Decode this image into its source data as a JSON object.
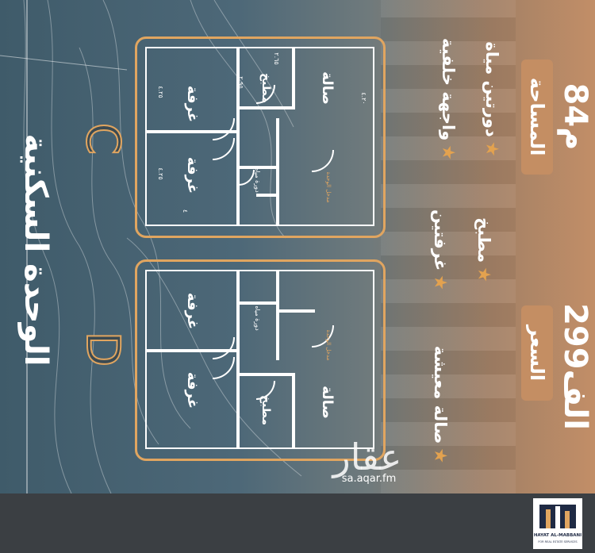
{
  "title": "الوحدة السكنية",
  "units": {
    "c": {
      "letter": "C",
      "rooms": {
        "room_a": "غرفة",
        "room_b": "غرفة",
        "kitchen": "مطبخ",
        "hall": "صالة",
        "bath": "دورة مياه",
        "entrance": "مدخل الوحدة"
      },
      "dims": {
        "d1": "٤.٢٥",
        "d2": "٤.٢٥",
        "d3": "٢.٩٥",
        "d4": "٢.٦٥",
        "d5": "٤.٢٠",
        "d6": "٤"
      }
    },
    "d": {
      "letter": "D",
      "rooms": {
        "room_a": "غرفة",
        "room_b": "غرفة",
        "kitchen": "مطبخ",
        "hall": "صالة",
        "bath": "دورة مياه",
        "entrance": "مدخل الوحدة"
      }
    }
  },
  "features": {
    "f1": "واجهة خلفية",
    "f2": "دورتين مياة",
    "f3": "غرفتين",
    "f4": "مطبخ",
    "f5": "صالة معيشة"
  },
  "area": {
    "label": "المساحة",
    "value": "84م"
  },
  "price": {
    "label": "السعر",
    "value": "299الف"
  },
  "watermark": {
    "brand": "عقار",
    "url": "sa.aqar.fm"
  },
  "logo": {
    "name": "HAYAT AL-MABBANI",
    "sub": "FOR REAL ESTATE SERVICES"
  },
  "colors": {
    "accent": "#e0a560",
    "badge": "#c48e63",
    "bottom_bar": "#3b3f43"
  }
}
